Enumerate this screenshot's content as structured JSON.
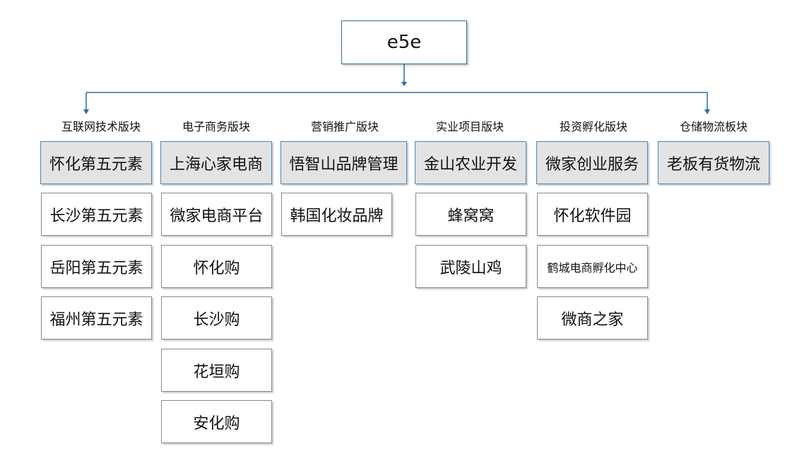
{
  "root": {
    "label": "e5e"
  },
  "colors": {
    "connector": "#2e6e96",
    "header_fill": "#e3e3e3",
    "node_border": "#8a8a8a"
  },
  "columns": [
    {
      "label": "互联网技术版块",
      "head": "怀化第五元素",
      "items": [
        "长沙第五元素",
        "岳阳第五元素",
        "福州第五元素"
      ]
    },
    {
      "label": "电子商务版块",
      "head": "上海心家电商",
      "items": [
        "微家电商平台",
        "怀化购",
        "长沙购",
        "花垣购",
        "安化购"
      ]
    },
    {
      "label": "营销推广版块",
      "head": "悟智山品牌管理",
      "items": [
        "韩国化妆品牌"
      ]
    },
    {
      "label": "实业项目版块",
      "head": "金山农业开发",
      "items": [
        "蜂窝窝",
        "武陵山鸡"
      ]
    },
    {
      "label": "投资孵化版块",
      "head": "微家创业服务",
      "items": [
        "怀化软件园",
        "鹤城电商孵化中心",
        "微商之家"
      ]
    },
    {
      "label": "仓储物流板块",
      "head": "老板有货物流",
      "items": []
    }
  ]
}
